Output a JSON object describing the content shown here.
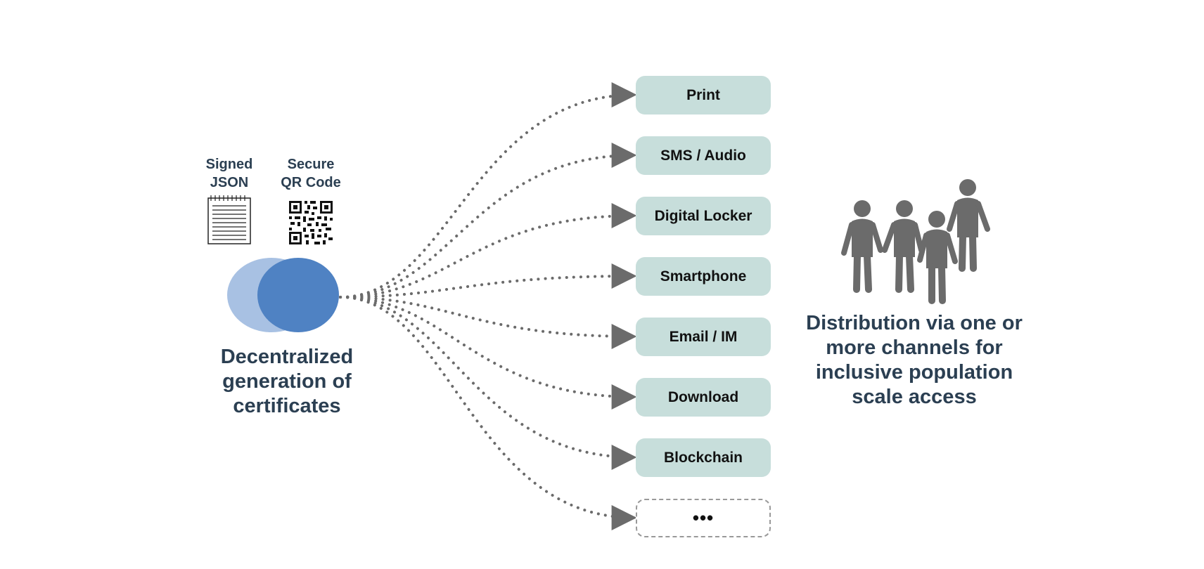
{
  "colors": {
    "circle_light": "#a8c1e3",
    "circle_dark": "#4f82c3",
    "channel_fill": "#c7dedb",
    "dots": "#6b6b6b",
    "people": "#6b6b6b",
    "text": "#2b3f52"
  },
  "source": {
    "doc_label": "Signed\nJSON",
    "qr_label": "Secure\nQR Code",
    "doc_icon": "document-icon",
    "qr_icon": "qr-code-icon",
    "caption": "Decentralized\ngeneration of\ncertificates"
  },
  "channels": [
    {
      "label": "Print"
    },
    {
      "label": "SMS / Audio"
    },
    {
      "label": "Digital Locker"
    },
    {
      "label": "Smartphone"
    },
    {
      "label": "Email / IM"
    },
    {
      "label": "Download"
    },
    {
      "label": "Blockchain"
    },
    {
      "label": "•••",
      "dashed": true
    }
  ],
  "destination": {
    "icon": "people-group-icon",
    "caption": "Distribution via one or\nmore channels for\ninclusive population\nscale access"
  }
}
